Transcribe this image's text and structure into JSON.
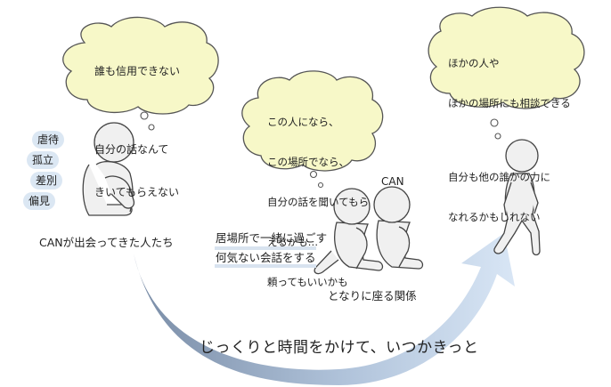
{
  "left": {
    "thought_lines": [
      "誰も信用できない",
      "",
      "自分の話なんて",
      "きいてもらえない"
    ],
    "tags": [
      "虐待",
      "孤立",
      "差別",
      "偏見"
    ],
    "caption": "CANが出会ってきた人たち"
  },
  "middle": {
    "thought_lines": [
      "この人になら、",
      "この場所でなら、",
      "自分の話を聞いてもら",
      "えるかも…",
      "頼ってもいいかも"
    ],
    "can_label": "CAN",
    "activity_lines": [
      "居場所で一緒に過ごす",
      "何気ない会話をする"
    ],
    "caption": "となりに座る関係"
  },
  "right": {
    "thought_lines": [
      "ほかの人や",
      "ほかの場所にも相談できる",
      "",
      "自分も他の誰かの力に",
      "なれるかもしれない"
    ]
  },
  "bottom_caption": "じっくりと時間をかけて、いつかきっと",
  "colors": {
    "highlight": "#f7f8c8",
    "tag_bg": "#dbe7f3",
    "arrow_dark": "#6a7f9c",
    "arrow_light": "#c8daf0",
    "figure_fill": "#f0f0f0",
    "figure_stroke": "#444444"
  }
}
